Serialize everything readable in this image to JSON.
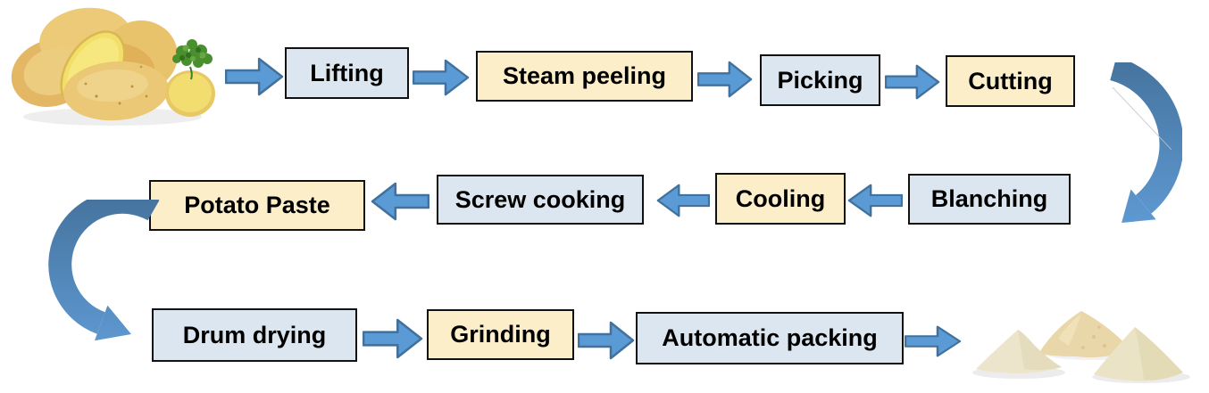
{
  "diagram": {
    "type": "process-flow",
    "subject": "potato flour production line"
  },
  "colors": {
    "background": "#ffffff",
    "box-blue": "#dce6f1",
    "box-cream": "#fdeeca",
    "box-border": "#111111",
    "arrow-fill": "#5b9bd5",
    "arrow-stroke": "#41719c",
    "text": "#000000"
  },
  "steps": {
    "lifting": "Lifting",
    "steam_peeling": "Steam peeling",
    "picking": "Picking",
    "cutting": "Cutting",
    "blanching": "Blanching",
    "cooling": "Cooling",
    "screw_cooking": "Screw cooking",
    "potato_paste": "Potato Paste",
    "drum_drying": "Drum drying",
    "grinding": "Grinding",
    "automatic_packing": "Automatic packing"
  },
  "flow_order": [
    "Lifting",
    "Steam peeling",
    "Picking",
    "Cutting",
    "Blanching",
    "Cooling",
    "Screw cooking",
    "Potato Paste",
    "Drum drying",
    "Grinding",
    "Automatic packing"
  ],
  "images": {
    "start": "raw-potatoes",
    "end": "potato-powder-piles"
  }
}
